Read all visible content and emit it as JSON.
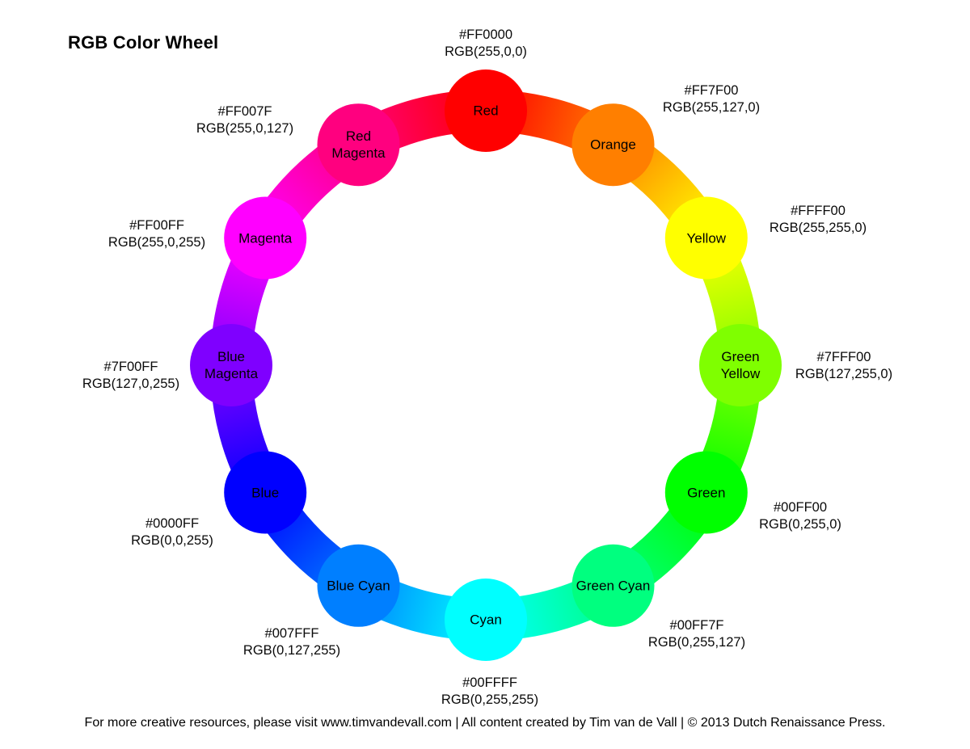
{
  "title": "RGB Color Wheel",
  "footer": "For more creative resources, please visit www.timvandevall.com | All content created by Tim van de Vall | © 2013 Dutch Renaissance Press.",
  "wheel": {
    "nodes": [
      {
        "name": "Red",
        "hex": "#FF0000",
        "rgb": "RGB(255,0,0)"
      },
      {
        "name": "Orange",
        "hex": "#FF7F00",
        "rgb": "RGB(255,127,0)"
      },
      {
        "name": "Yellow",
        "hex": "#FFFF00",
        "rgb": "RGB(255,255,0)"
      },
      {
        "name": "Green Yellow",
        "hex": "#7FFF00",
        "rgb": "RGB(127,255,0)"
      },
      {
        "name": "Green",
        "hex": "#00FF00",
        "rgb": "RGB(0,255,0)"
      },
      {
        "name": "Green Cyan",
        "hex": "#00FF7F",
        "rgb": "RGB(0,255,127)"
      },
      {
        "name": "Cyan",
        "hex": "#00FFFF",
        "rgb": "RGB(0,255,255)"
      },
      {
        "name": "Blue Cyan",
        "hex": "#007FFF",
        "rgb": "RGB(0,127,255)"
      },
      {
        "name": "Blue",
        "hex": "#0000FF",
        "rgb": "RGB(0,0,255)"
      },
      {
        "name": "Blue Magenta",
        "hex": "#7F00FF",
        "rgb": "RGB(127,0,255)"
      },
      {
        "name": "Magenta",
        "hex": "#FF00FF",
        "rgb": "RGB(255,0,255)"
      },
      {
        "name": "Red Magenta",
        "hex": "#FF007F",
        "rgb": "RGB(255,0,127)"
      }
    ]
  }
}
